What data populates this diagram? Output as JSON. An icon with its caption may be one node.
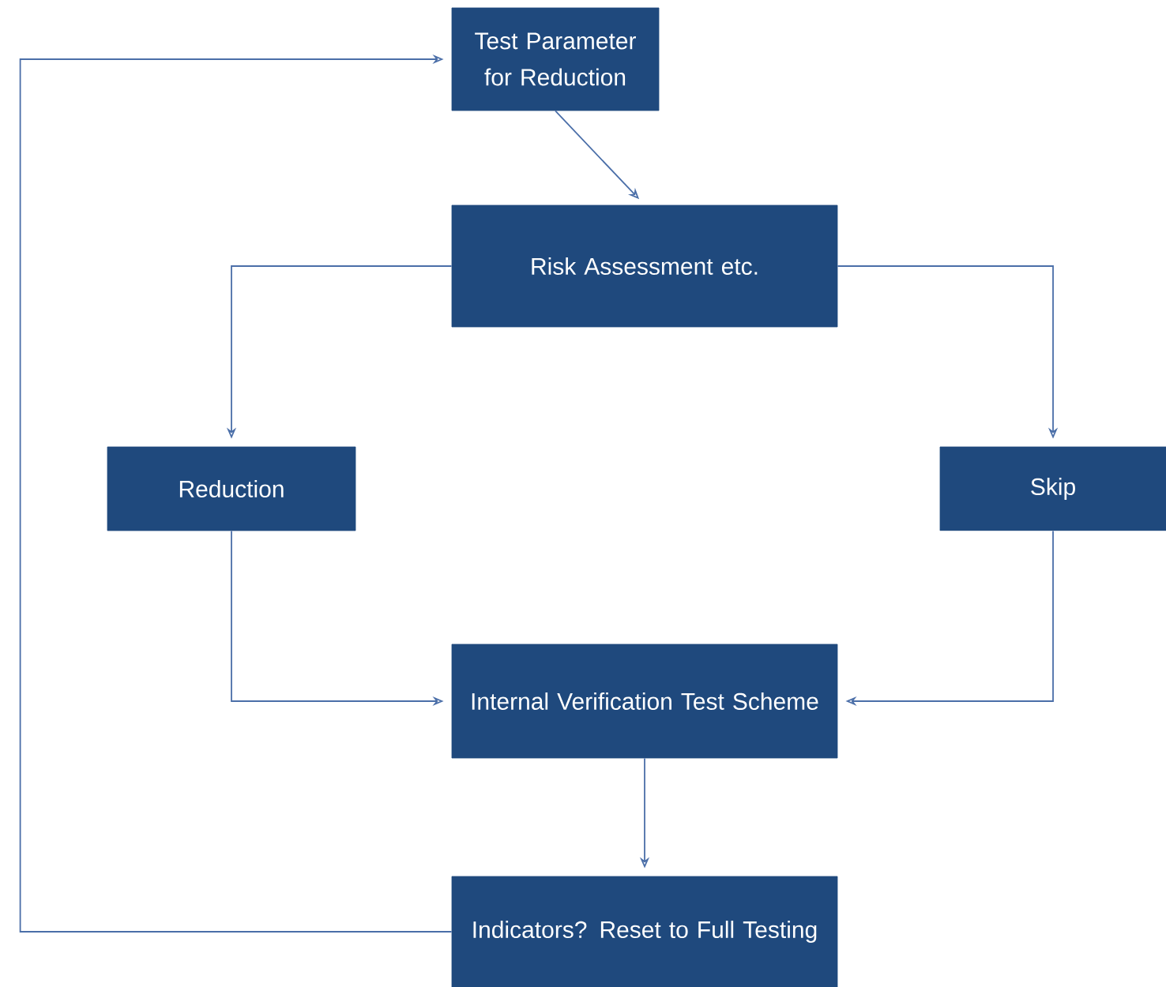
{
  "diagram": {
    "nodes": [
      {
        "text": [
          "Test Parameter for Reduction"
        ]
      },
      {
        "text": [
          "Risk Assessment etc."
        ]
      },
      {
        "text": [
          "Reduction"
        ]
      },
      {
        "text": [
          "Skip"
        ]
      },
      {
        "text": [
          "Internal Verification Test Scheme"
        ]
      },
      {
        "text": [
          "Indicators? Reset to Full Testing"
        ]
      }
    ],
    "edges": [
      {
        "from": 0,
        "to": 1,
        "arrow": "to"
      },
      {
        "from": 1,
        "to": 2,
        "arrow": "to"
      },
      {
        "from": 1,
        "to": 3,
        "arrow": "to"
      },
      {
        "from": 2,
        "to": 4,
        "arrow": "to"
      },
      {
        "from": 3,
        "to": 4,
        "arrow": "to"
      },
      {
        "from": 4,
        "to": 5,
        "arrow": "to"
      },
      {
        "from": 5,
        "to": 0,
        "arrow": "to"
      }
    ]
  }
}
